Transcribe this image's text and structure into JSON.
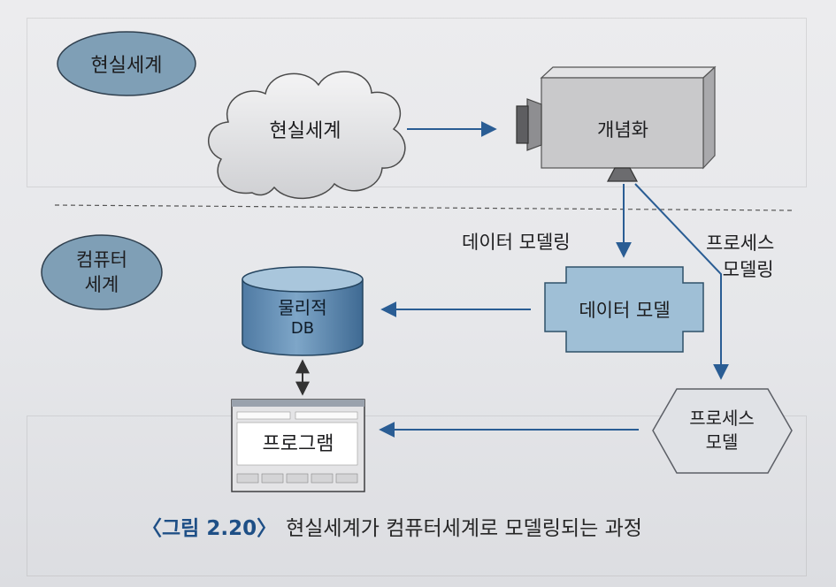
{
  "section_real": {
    "label": "현실세계",
    "cloud_label": "현실세계"
  },
  "concept": {
    "label": "개념화"
  },
  "section_computer": {
    "label_line1": "컴퓨터",
    "label_line2": "세계"
  },
  "edges": {
    "data_modeling": "데이터 모델링",
    "process_modeling_line1": "프로세스",
    "process_modeling_line2": "모델링"
  },
  "data_model": {
    "label": "데이터 모델"
  },
  "physical_db": {
    "label_line1": "물리적",
    "label_line2": "DB"
  },
  "program": {
    "label": "프로그램"
  },
  "process_model": {
    "label_line1": "프로세스",
    "label_line2": "모델"
  },
  "caption": {
    "number": "〈그림 2.20〉",
    "text": "현실세계가 컴퓨터세계로 모델링되는 과정"
  },
  "colors": {
    "ellipse_fill": "#7f9fb6",
    "arrow": "#2a5d94",
    "data_model_fill": "#9fbfd6",
    "cylinder_fill": "#5d87ad",
    "camera_fill": "#c9c9cb",
    "process_fill": "#e0e2e6",
    "caption_accent": "#1e4f86"
  }
}
